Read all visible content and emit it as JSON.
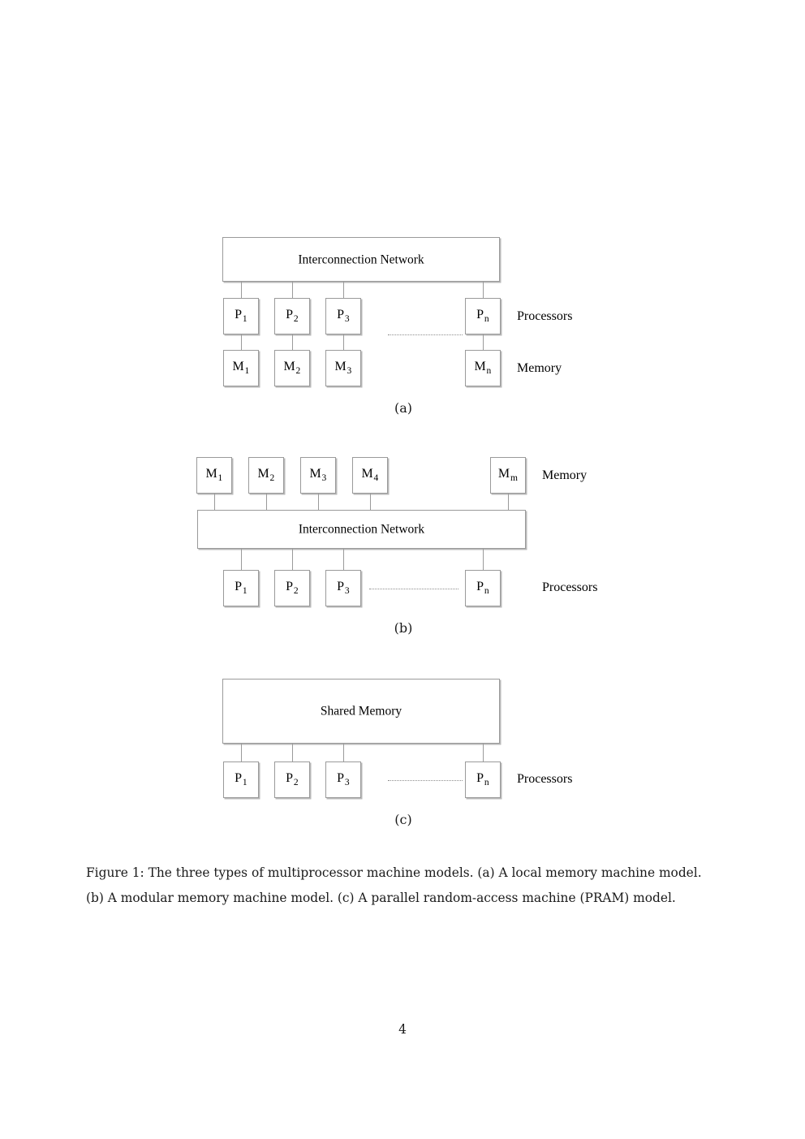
{
  "document": {
    "page_number": "4",
    "caption_line_1": "Figure 1: The three types of multiprocessor machine models. (a) A local memory machine model.",
    "caption_line_2": "(b) A modular memory machine model. (c) A parallel random-access machine (PRAM) model."
  },
  "colors": {
    "box_border": "#9a9a9a",
    "box_shadow": "#b9b9b9",
    "connector": "#9a9a9a",
    "text": "#000000",
    "caption_text": "#1a1a1a",
    "page_background": "#ffffff"
  },
  "figure_a": {
    "subfigure_label": "(a)",
    "network": {
      "label": "Interconnection Network"
    },
    "processors": [
      {
        "letter": "P",
        "sub": "1"
      },
      {
        "letter": "P",
        "sub": "2"
      },
      {
        "letter": "P",
        "sub": "3"
      },
      {
        "letter": "P",
        "sub": "n"
      }
    ],
    "memories": [
      {
        "letter": "M",
        "sub": "1"
      },
      {
        "letter": "M",
        "sub": "2"
      },
      {
        "letter": "M",
        "sub": "3"
      },
      {
        "letter": "M",
        "sub": "n"
      }
    ],
    "row_label_processors": "Processors",
    "row_label_memory": "Memory"
  },
  "figure_b": {
    "subfigure_label": "(b)",
    "network": {
      "label": "Interconnection Network"
    },
    "memories": [
      {
        "letter": "M",
        "sub": "1"
      },
      {
        "letter": "M",
        "sub": "2"
      },
      {
        "letter": "M",
        "sub": "3"
      },
      {
        "letter": "M",
        "sub": "4"
      },
      {
        "letter": "M",
        "sub": "m"
      }
    ],
    "processors": [
      {
        "letter": "P",
        "sub": "1"
      },
      {
        "letter": "P",
        "sub": "2"
      },
      {
        "letter": "P",
        "sub": "3"
      },
      {
        "letter": "P",
        "sub": "n"
      }
    ],
    "row_label_memory": "Memory",
    "row_label_processors": "Processors"
  },
  "figure_c": {
    "subfigure_label": "(c)",
    "shared_memory": {
      "label": "Shared Memory"
    },
    "processors": [
      {
        "letter": "P",
        "sub": "1"
      },
      {
        "letter": "P",
        "sub": "2"
      },
      {
        "letter": "P",
        "sub": "3"
      },
      {
        "letter": "P",
        "sub": "n"
      }
    ],
    "row_label_processors": "Processors"
  }
}
